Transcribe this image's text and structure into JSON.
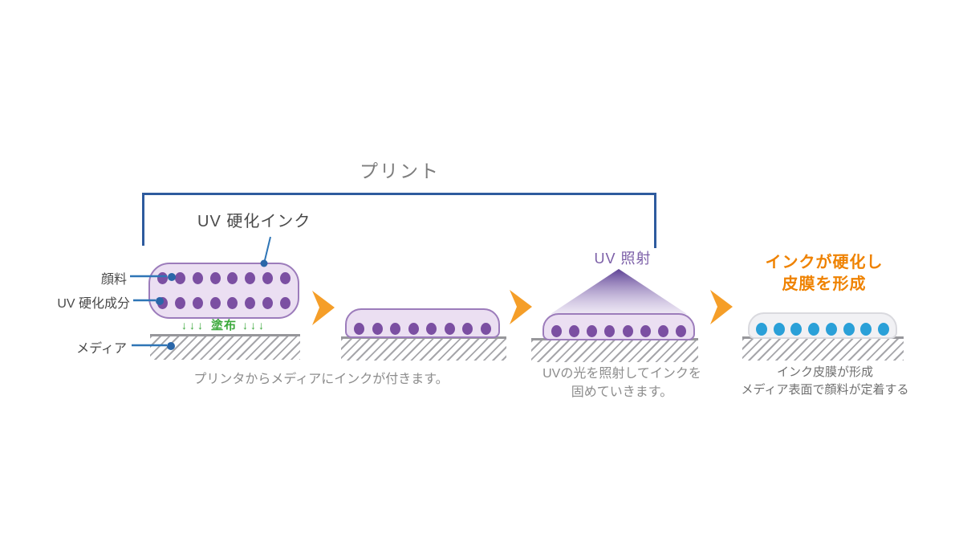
{
  "title": "プリント",
  "stage1": {
    "ink_label": "UV 硬化インク",
    "pigment_label": "顔料",
    "uv_component_label": "UV 硬化成分",
    "media_label": "メディア",
    "coating_label": "塗布",
    "coating_arrows_left": "↓↓↓",
    "coating_arrows_right": "↓↓↓",
    "caption": "プリンタからメディアにインクが付きます。"
  },
  "stage3": {
    "uv_label": "UV 照射",
    "caption_line1": "UVの光を照射してインクを",
    "caption_line2": "固めていきます。"
  },
  "stage4": {
    "heading_line1": "インクが硬化し",
    "heading_line2": "皮膜を形成",
    "caption_line1": "インク皮膜が形成",
    "caption_line2": "メディア表面で顔料が定着する"
  },
  "dots": {
    "stage1_top_row": 8,
    "stage1_bottom_row": 8,
    "stage2_row": 8,
    "stage3_row": 8,
    "stage4_row": 8
  },
  "colors": {
    "bracket_blue": "#2e5b9e",
    "annotation_blue": "#2e75b6",
    "ink_fill_lavender": "#ebdff2",
    "ink_border_purple": "#9c7cbb",
    "pigment_dot_purple": "#7b4fa2",
    "cured_dot_blue": "#2aa0d8",
    "coating_green": "#3ba83b",
    "arrow_orange": "#f59e28",
    "heading_orange": "#ef8200",
    "uv_purple": "#7b5ea7",
    "media_gray": "#a6a6aa",
    "caption_gray": "#8c8c8c"
  }
}
